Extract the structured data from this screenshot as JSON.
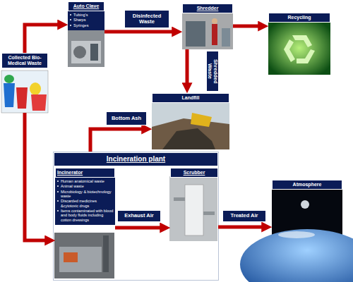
{
  "diagram": {
    "nodes": [
      {
        "text": [
          "Auto Clave",
          "Tubing's",
          "Sharps",
          "Syringes"
        ]
      },
      {
        "text": [
          "Shredder"
        ]
      },
      {
        "text": [
          "Recycling"
        ]
      },
      {
        "text": [
          "Collected Bio-Medical Waste"
        ]
      },
      {
        "text": [
          "Landfill"
        ]
      },
      {
        "text": [
          "Incineration plant"
        ]
      },
      {
        "text": [
          "Incinerator",
          "Human anatomical waste",
          "Animal waste",
          "Microbiology & biotechnology waste",
          "Discarded medicines &cytotoxic drugs",
          "Items contaminated with blood and body fluids including cotton dressings"
        ],
        "in": 5
      },
      {
        "text": [
          "Scrubber"
        ],
        "in": 5
      },
      {
        "text": [
          "Atmosphere"
        ]
      }
    ],
    "edges": [
      {
        "from": 3,
        "to": 0,
        "arrow": "to"
      },
      {
        "from": 0,
        "to": 1,
        "label": "Disinfected Waste",
        "arrow": "to"
      },
      {
        "from": 1,
        "to": 2,
        "arrow": "to"
      },
      {
        "from": 1,
        "to": 4,
        "label": "Shredded Waste",
        "arrow": "to"
      },
      {
        "from": 3,
        "to": 6,
        "arrow": "to"
      },
      {
        "from": 5,
        "to": 4,
        "label": "Bottom Ash",
        "arrow": "to"
      },
      {
        "from": 6,
        "to": 7,
        "label": "Exhaust Air",
        "arrow": "to"
      },
      {
        "from": 7,
        "to": 8,
        "label": "Treated Air",
        "arrow": "to"
      }
    ]
  }
}
